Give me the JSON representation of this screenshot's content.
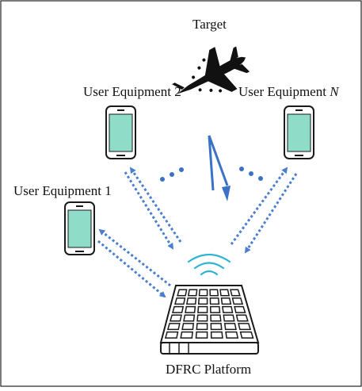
{
  "diagram": {
    "target_label": "Target",
    "platform_label": "DFRC Platform",
    "users": [
      {
        "label": "User Equipment 1",
        "italic_suffix": ""
      },
      {
        "label": "User Equipment 2",
        "italic_suffix": ""
      },
      {
        "label": "User Equipment ",
        "italic_suffix": "N"
      }
    ],
    "colors": {
      "link_blue": "#4a7fd0",
      "radar_blue": "#3a72c8",
      "wave_teal": "#2fb4d2",
      "screen_mint": "#8fdcc8",
      "device_outline": "#1a1a1a",
      "target_black": "#111111"
    },
    "icons": {
      "target": "fighter-jet-icon",
      "user": "smartphone-icon",
      "platform": "antenna-array-icon",
      "wave": "wireless-signal-icon"
    }
  }
}
